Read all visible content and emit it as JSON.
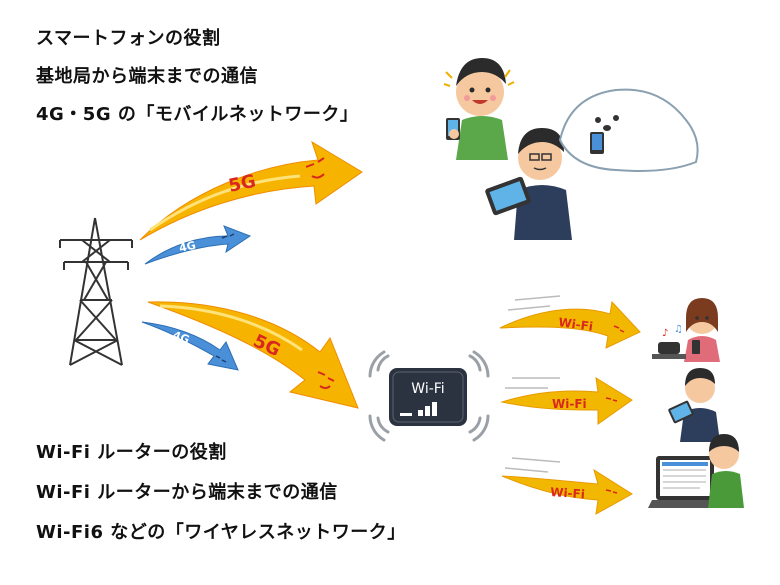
{
  "smartphone": {
    "heading": "スマートフォンの役割",
    "line1": "基地局から端末までの通信",
    "line2": "4G・5G の「モバイルネットワーク」"
  },
  "wifi_router": {
    "heading": "Wi-Fi ルーターの役割",
    "line1": "Wi-Fi ルーターから端末までの通信",
    "line2": "Wi-Fi6 などの「ワイヤレスネットワーク」"
  },
  "arrows": {
    "label_5g": "5G",
    "label_4g": "4G",
    "label_wifi": "Wi-Fi"
  },
  "router": {
    "label": "Wi-Fi"
  },
  "colors": {
    "arrow_5g": "#f6b400",
    "arrow_4g": "#4a90d9",
    "arrow_wifi": "#f2b700",
    "label_red": "#d8281f",
    "router_body": "#2c3340"
  }
}
